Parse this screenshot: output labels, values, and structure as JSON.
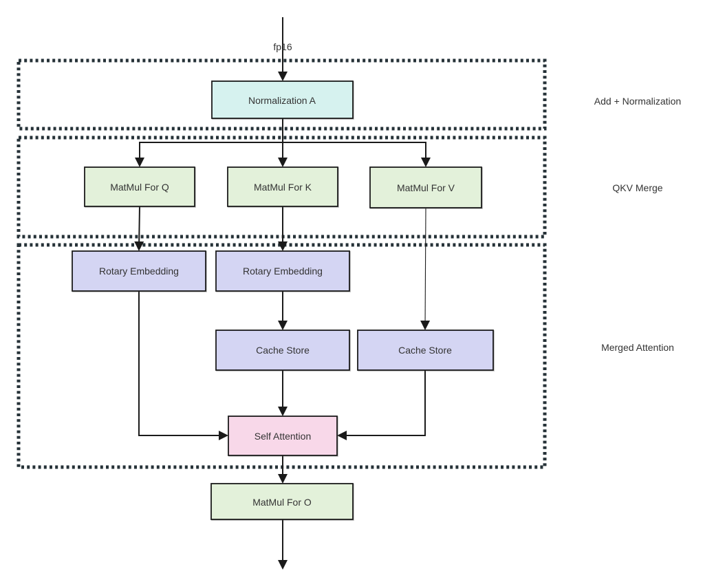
{
  "diagram": {
    "input_label": "fp16",
    "regions": [
      {
        "id": "add-normalization",
        "label": "Add + Normalization"
      },
      {
        "id": "qkv-merge",
        "label": "QKV Merge"
      },
      {
        "id": "merged-attention",
        "label": "Merged Attention"
      }
    ],
    "nodes": {
      "norm_a": {
        "label": "Normalization A",
        "fill": "#d6f2ef"
      },
      "matmul_q": {
        "label": "MatMul For Q",
        "fill": "#e3f1da"
      },
      "matmul_k": {
        "label": "MatMul For K",
        "fill": "#e3f1da"
      },
      "matmul_v": {
        "label": "MatMul For V",
        "fill": "#e3f1da"
      },
      "rotary_q": {
        "label": "Rotary Embedding",
        "fill": "#d4d5f3"
      },
      "rotary_k": {
        "label": "Rotary Embedding",
        "fill": "#d4d5f3"
      },
      "cache_k": {
        "label": "Cache Store",
        "fill": "#d4d5f3"
      },
      "cache_v": {
        "label": "Cache Store",
        "fill": "#d4d5f3"
      },
      "self_attn": {
        "label": "Self Attention",
        "fill": "#f8d8e9"
      },
      "matmul_o": {
        "label": "MatMul For O",
        "fill": "#e3f1da"
      }
    },
    "edges": [
      {
        "from": "input fp16",
        "to": "Normalization A"
      },
      {
        "from": "Normalization A",
        "to": "MatMul For Q"
      },
      {
        "from": "Normalization A",
        "to": "MatMul For K"
      },
      {
        "from": "Normalization A",
        "to": "MatMul For V"
      },
      {
        "from": "MatMul For Q",
        "to": "Rotary Embedding (Q)"
      },
      {
        "from": "MatMul For K",
        "to": "Rotary Embedding (K)"
      },
      {
        "from": "MatMul For V",
        "to": "Cache Store (V)"
      },
      {
        "from": "Rotary Embedding (K)",
        "to": "Cache Store (K)"
      },
      {
        "from": "Rotary Embedding (Q)",
        "to": "Self Attention"
      },
      {
        "from": "Cache Store (K)",
        "to": "Self Attention"
      },
      {
        "from": "Cache Store (V)",
        "to": "Self Attention"
      },
      {
        "from": "Self Attention",
        "to": "MatMul For O"
      },
      {
        "from": "MatMul For O",
        "to": "output"
      }
    ],
    "colors": {
      "edge": "#1a1a1a",
      "node_border": "#1a1a1a",
      "region_dash": "#263238",
      "text": "#333333",
      "background": "#ffffff"
    }
  }
}
